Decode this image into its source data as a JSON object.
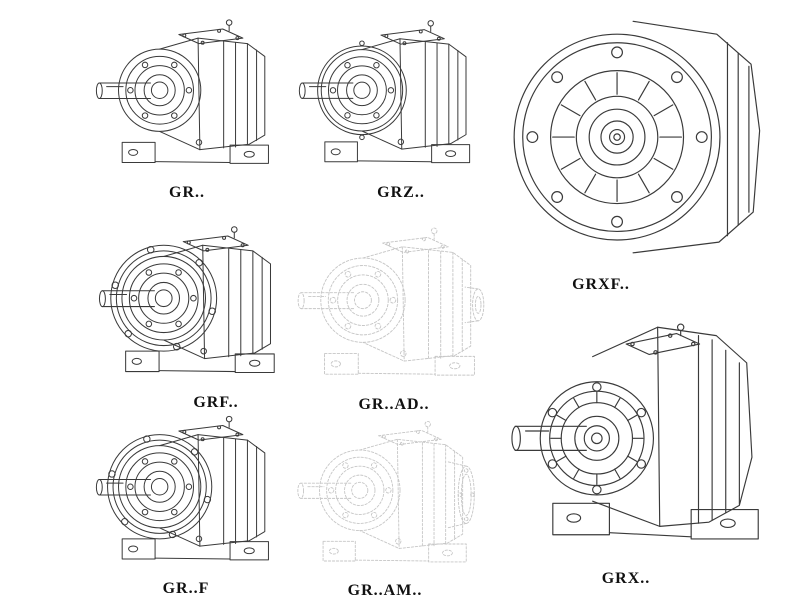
{
  "colors": {
    "background": "#ffffff",
    "line": "#3a3a3a",
    "ghost_line": "#c6c6c6",
    "label": "#111111"
  },
  "catalog": {
    "items": [
      {
        "id": "gr",
        "label": "GR..",
        "style": "solid"
      },
      {
        "id": "grz",
        "label": "GRZ..",
        "style": "solid"
      },
      {
        "id": "grxf",
        "label": "GRXF..",
        "style": "solid"
      },
      {
        "id": "grf",
        "label": "GRF..",
        "style": "solid"
      },
      {
        "id": "grad",
        "label": "GR..AD..",
        "style": "ghost"
      },
      {
        "id": "grff",
        "label": "GR..F",
        "style": "solid"
      },
      {
        "id": "gram",
        "label": "GR..AM..",
        "style": "ghost"
      },
      {
        "id": "grx",
        "label": "GRX..",
        "style": "solid"
      }
    ]
  }
}
